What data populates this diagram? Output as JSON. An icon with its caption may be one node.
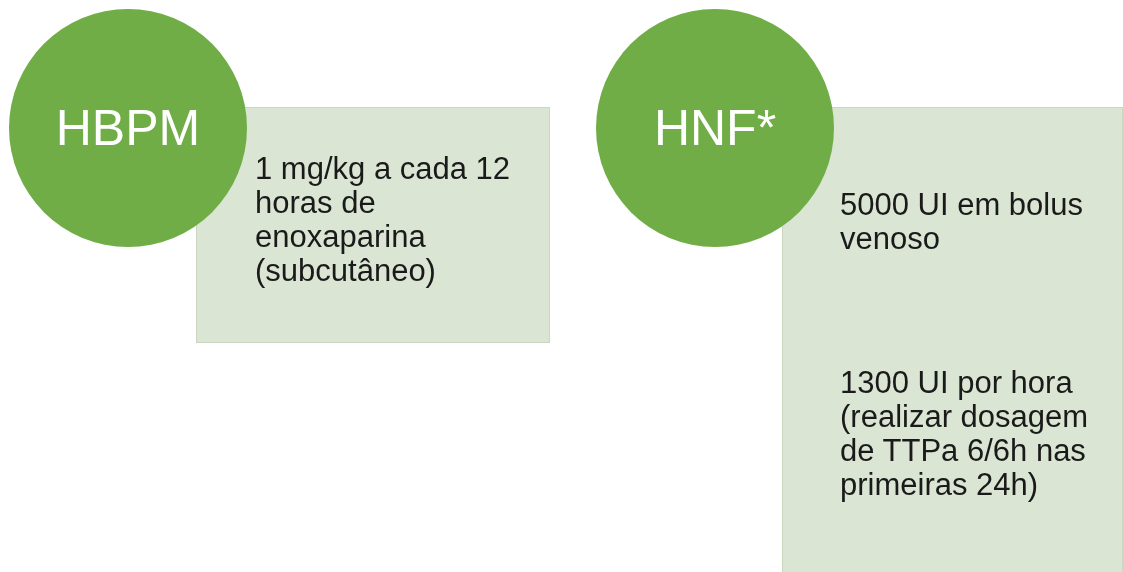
{
  "diagram": {
    "nodes": [
      {
        "text": [
          "HBPM"
        ]
      },
      {
        "text": [
          "1 mg/kg a cada 12 horas de enoxaparina (subcutâneo)"
        ]
      },
      {
        "text": [
          "HNF*"
        ]
      },
      {
        "text": [
          "5000 UI em bolus venoso",
          "1300 UI por hora (realizar dosagem de TTPa 6/6h nas primeiras 24h)"
        ]
      }
    ]
  }
}
